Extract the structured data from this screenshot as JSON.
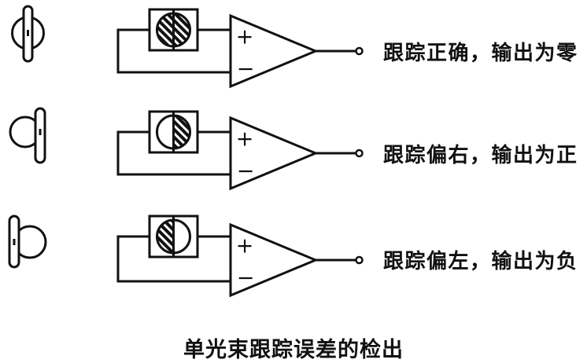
{
  "figure": {
    "caption": "单光束跟踪误差的检出",
    "colors": {
      "ink": "#111111",
      "background": "#ffffff"
    },
    "opamp": {
      "plus_label": "+",
      "minus_label": "−"
    },
    "rows": [
      {
        "label": "跟踪正确，输出为零",
        "spot_position": "track-centered-on-spot",
        "detector_hatch": "both-halves"
      },
      {
        "label": "跟踪偏右，输出为正",
        "spot_position": "track-on-right-edge-of-spot",
        "detector_hatch": "right-half"
      },
      {
        "label": "跟踪偏左，输出为负",
        "spot_position": "track-on-left-edge-of-spot",
        "detector_hatch": "left-half"
      }
    ]
  }
}
